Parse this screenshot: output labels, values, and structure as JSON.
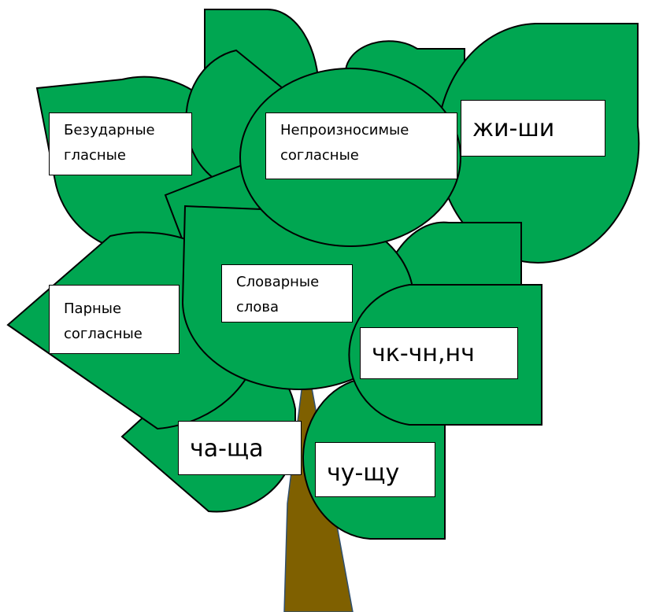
{
  "colors": {
    "leaf_fill": "#00a651",
    "leaf_outline": "#000000",
    "trunk_fill": "#7f6000",
    "trunk_outline": "#2f4f6f",
    "label_bg": "#ffffff"
  },
  "labels": {
    "unstressed_vowels": [
      "Безударные",
      "гласные"
    ],
    "unpronounceable_consonants": [
      "Непроизносимые",
      "согласные"
    ],
    "zhi_shi": "жи-ши",
    "dictionary_words": [
      "Словарные",
      "слова"
    ],
    "paired_consonants": [
      "Парные",
      "согласные"
    ],
    "chk_chn_nch": "чк-чн,нч",
    "cha_shcha": "ча-ща",
    "chu_shchu": "чу-щу"
  }
}
